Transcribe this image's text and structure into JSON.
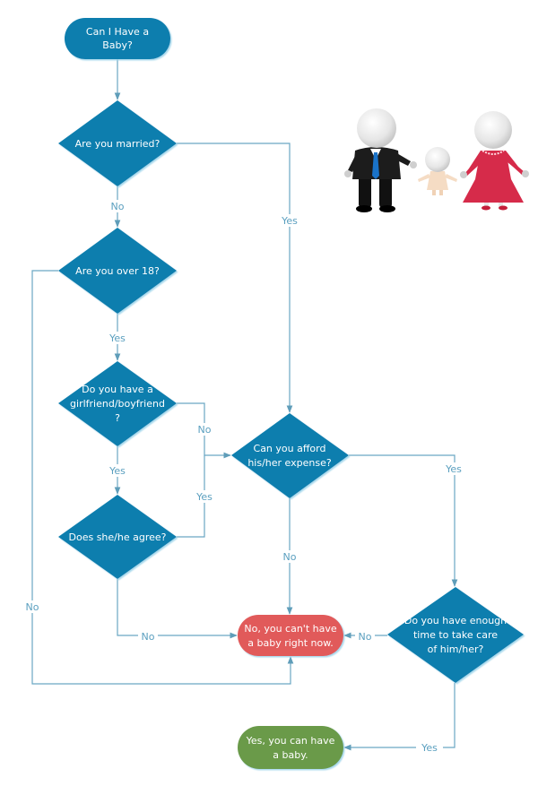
{
  "title": "Can I Have a Baby?",
  "colors": {
    "decision": "#0a7eae",
    "start": "#0a7eae",
    "negative_end": "#e15a5a",
    "positive_end": "#6a9a4a",
    "edge": "#6aa6c3",
    "edge_label": "#5a9fbf"
  },
  "nodes": {
    "start": {
      "lines": [
        "Can I Have a",
        "Baby?"
      ]
    },
    "married": {
      "lines": [
        "Are you married?"
      ]
    },
    "over18": {
      "lines": [
        "Are you over 18?"
      ]
    },
    "partner": {
      "lines": [
        "Do you have a",
        "girlfriend/boyfriend",
        "?"
      ]
    },
    "agree": {
      "lines": [
        "Does she/he agree?"
      ]
    },
    "afford": {
      "lines": [
        "Can you afford",
        "his/her expense?"
      ]
    },
    "time": {
      "lines": [
        "Do you have enough",
        "time to take care",
        "of him/her?"
      ]
    },
    "no_end": {
      "lines": [
        "No, you can't have",
        "a baby right now."
      ]
    },
    "yes_end": {
      "lines": [
        "Yes, you can have",
        "a baby."
      ]
    }
  },
  "edges": [
    {
      "from": "start",
      "to": "married",
      "label": ""
    },
    {
      "from": "married",
      "to": "over18",
      "label": "No"
    },
    {
      "from": "married",
      "to": "afford",
      "label": "Yes"
    },
    {
      "from": "over18",
      "to": "partner",
      "label": "Yes"
    },
    {
      "from": "over18",
      "to": "no_end",
      "label": "No"
    },
    {
      "from": "partner",
      "to": "agree",
      "label": "Yes"
    },
    {
      "from": "partner",
      "to": "afford",
      "label": "No"
    },
    {
      "from": "agree",
      "to": "afford",
      "label": "Yes"
    },
    {
      "from": "agree",
      "to": "no_end",
      "label": "No"
    },
    {
      "from": "afford",
      "to": "no_end",
      "label": "No"
    },
    {
      "from": "afford",
      "to": "time",
      "label": "Yes"
    },
    {
      "from": "time",
      "to": "no_end",
      "label": "No"
    },
    {
      "from": "time",
      "to": "yes_end",
      "label": "Yes"
    }
  ],
  "illustration": {
    "subject": "family-icon",
    "figures": [
      "father",
      "child",
      "mother"
    ]
  }
}
